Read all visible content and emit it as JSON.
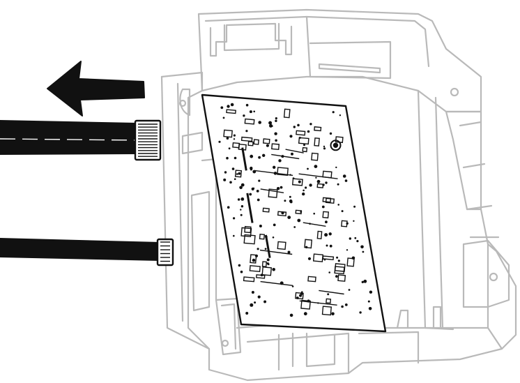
{
  "illustration": {
    "kind": "disconnect-cables-from-circuit-board",
    "direction": "pull-left",
    "components": {
      "housing": "plastic-control-housing",
      "board": "printed-circuit-board",
      "arrow": "pull-direction-arrow",
      "cable_upper": "ribbon-cable-with-connector",
      "cable_lower": "wire-harness-with-plug"
    },
    "colors": {
      "housing_outline": "#b9b9b9",
      "board_fill": "#ffffff",
      "board_outline": "#111111",
      "cable": "#111111",
      "arrow": "#111111"
    }
  }
}
